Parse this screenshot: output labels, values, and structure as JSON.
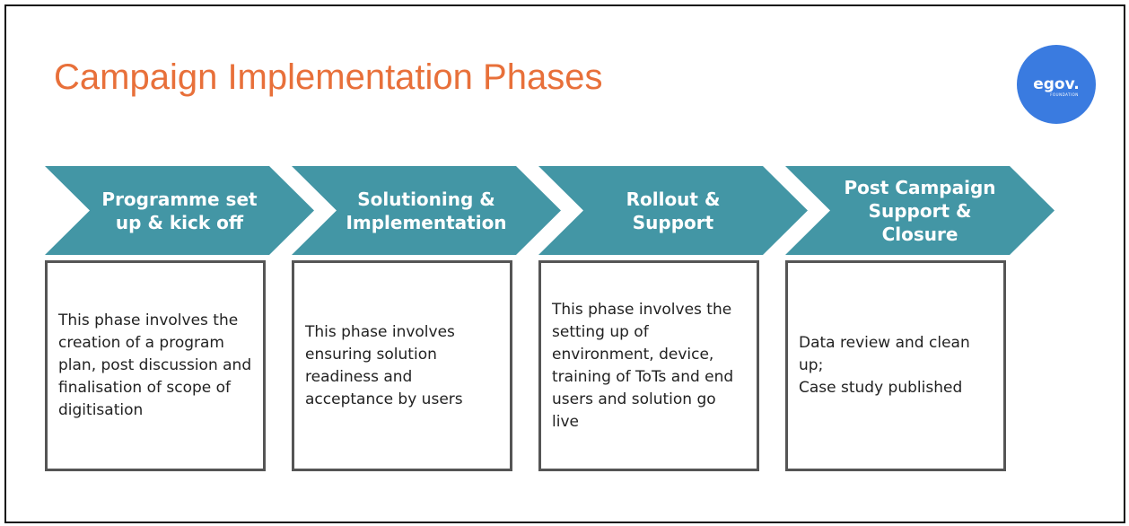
{
  "title": "Campaign Implementation Phases",
  "logo": {
    "text": "egov.",
    "subtext": "FOUNDATION"
  },
  "colors": {
    "title": "#E8703A",
    "arrow": "#4396A5",
    "logo_bg": "#3A7BE0",
    "box_border": "#555555",
    "text": "#222222"
  },
  "phases": [
    {
      "label": "Programme set up & kick off",
      "description": "This phase involves the creation of a program plan, post discussion and finalisation of scope of digitisation"
    },
    {
      "label": "Solutioning & Implementation",
      "description": "This phase involves ensuring solution readiness and acceptance by users"
    },
    {
      "label": "Rollout & Support",
      "description": "This phase involves the setting up of environment, device, training of ToTs and end users and solution go live"
    },
    {
      "label": "Post Campaign Support & Closure",
      "description": "Data review and clean up;\nCase study published"
    }
  ]
}
